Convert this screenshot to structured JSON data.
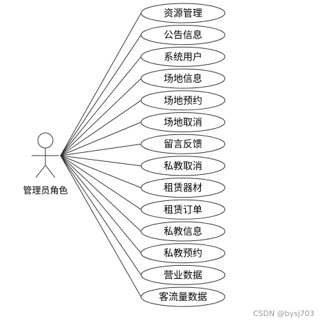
{
  "actor": {
    "label": "管理员角色"
  },
  "use_cases": [
    "资源管理",
    "公告信息",
    "系统用户",
    "场地信息",
    "场地预约",
    "场地取消",
    "留言反馈",
    "私教取消",
    "租赁器材",
    "租赁订单",
    "私教信息",
    "私教预约",
    "营业数据",
    "客流量数据"
  ],
  "watermark": "CSDN @bysj703",
  "colors": {
    "stroke": "#333333",
    "ellipse_fill": "#ffffff"
  }
}
